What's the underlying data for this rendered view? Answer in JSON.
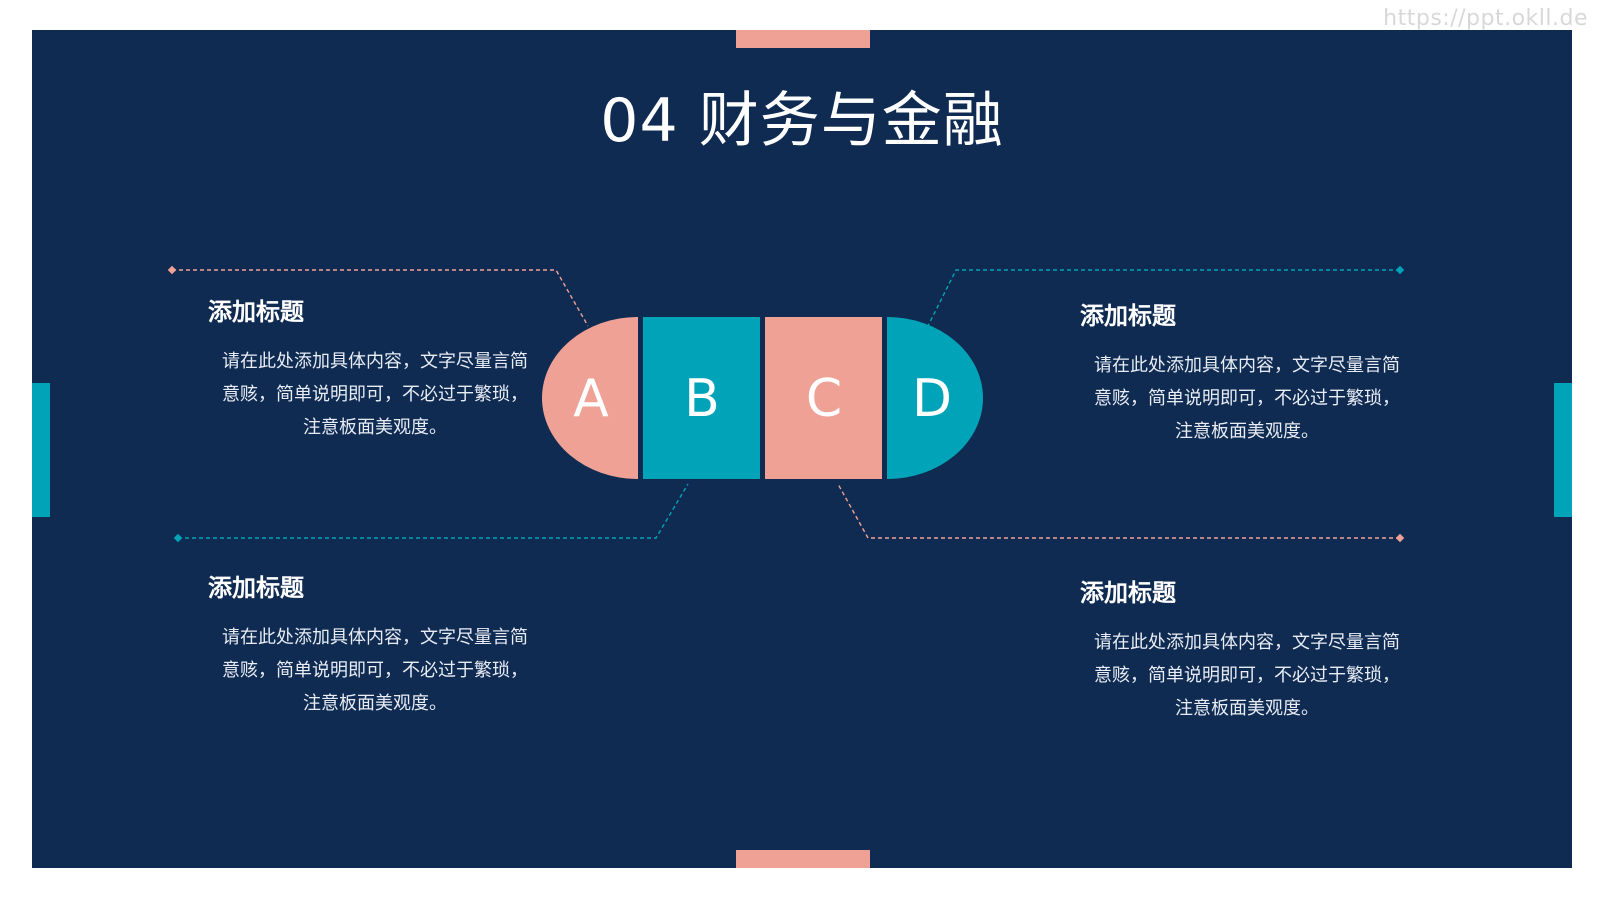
{
  "watermark": "https://ppt.okll.de",
  "slide": {
    "title": "04 财务与金融",
    "letters": [
      "A",
      "B",
      "C",
      "D"
    ],
    "blocks": [
      {
        "title": "添加标题",
        "lines": [
          "请在此处添加具体内容，文字尽量言简",
          "意赅，简单说明即可，不必过于繁琐，",
          "注意板面美观度。"
        ]
      },
      {
        "title": "添加标题",
        "lines": [
          "请在此处添加具体内容，文字尽量言简",
          "意赅，简单说明即可，不必过于繁琐，",
          "注意板面美观度。"
        ]
      },
      {
        "title": "添加标题",
        "lines": [
          "请在此处添加具体内容，文字尽量言简",
          "意赅，简单说明即可，不必过于繁琐，",
          "注意板面美观度。"
        ]
      },
      {
        "title": "添加标题",
        "lines": [
          "请在此处添加具体内容，文字尽量言简",
          "意赅，简单说明即可，不必过于繁琐，",
          "注意板面美观度。"
        ]
      }
    ]
  },
  "colors": {
    "background": "#102b52",
    "coral": "#f0a196",
    "teal": "#00a3b7",
    "text": "#ffffff"
  }
}
